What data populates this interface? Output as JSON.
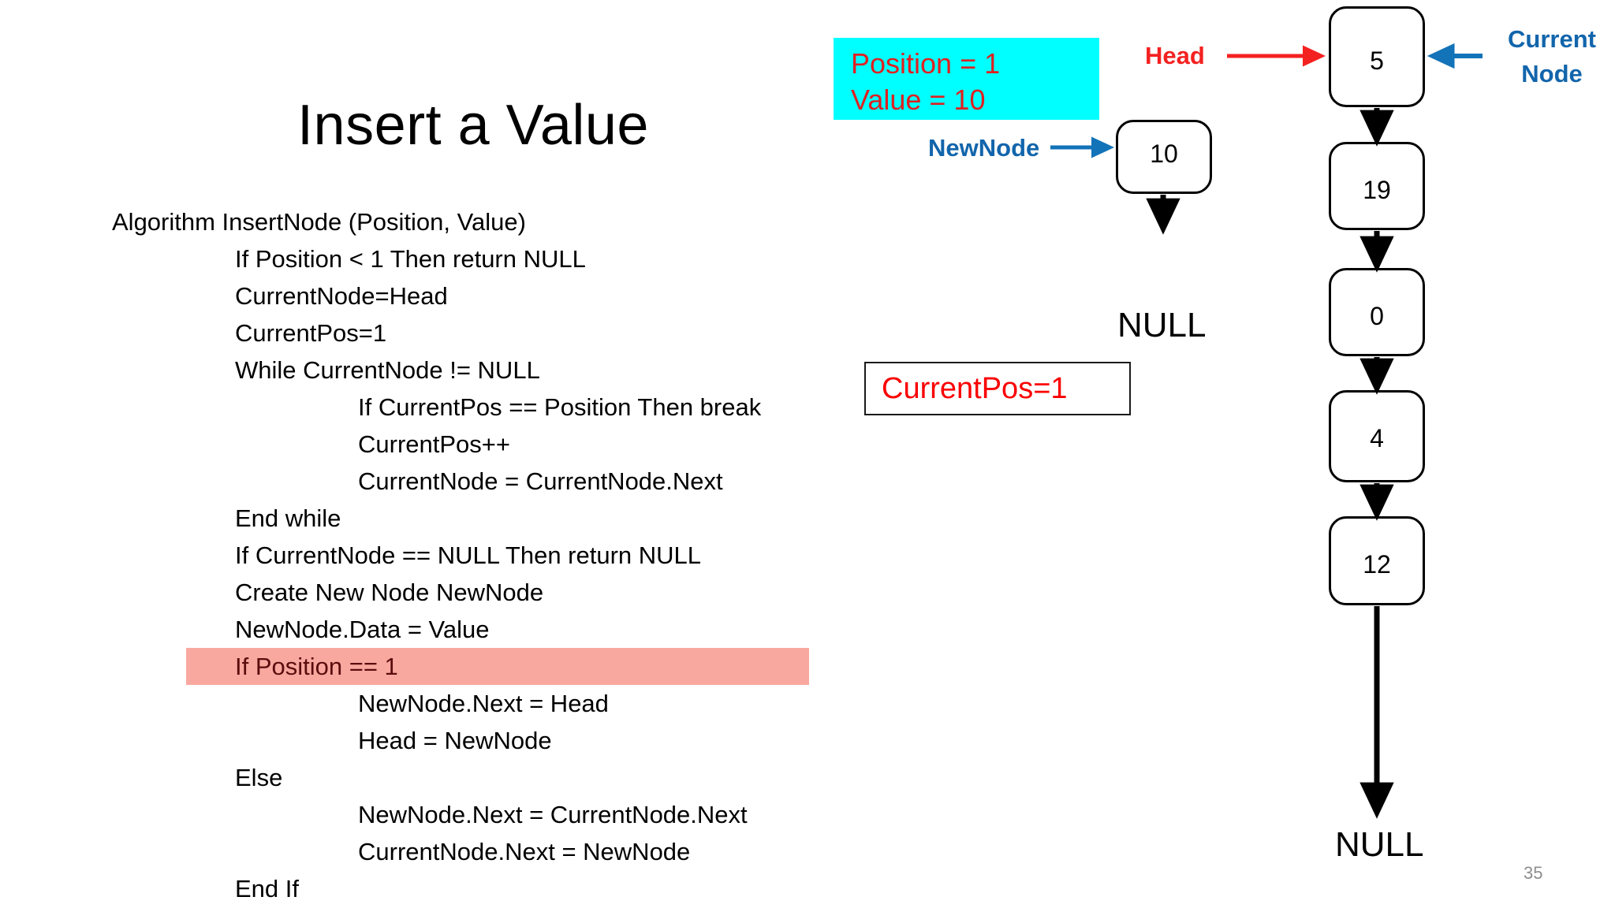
{
  "slide": {
    "title": "Insert a Value",
    "page_number": "35",
    "background_color": "#ffffff"
  },
  "algorithm": {
    "lines": [
      {
        "text": "Algorithm InsertNode (Position, Value)",
        "indent": 0,
        "highlight": false
      },
      {
        "text": "If Position < 1 Then return NULL",
        "indent": 1,
        "highlight": false
      },
      {
        "text": "CurrentNode=Head",
        "indent": 1,
        "highlight": false
      },
      {
        "text": "CurrentPos=1",
        "indent": 1,
        "highlight": false
      },
      {
        "text": "While CurrentNode != NULL",
        "indent": 1,
        "highlight": false
      },
      {
        "text": "If CurrentPos == Position Then break",
        "indent": 2,
        "highlight": false
      },
      {
        "text": "CurrentPos++",
        "indent": 2,
        "highlight": false
      },
      {
        "text": "CurrentNode = CurrentNode.Next",
        "indent": 2,
        "highlight": false
      },
      {
        "text": "End while",
        "indent": 1,
        "highlight": false
      },
      {
        "text": "If CurrentNode == NULL Then return NULL",
        "indent": 1,
        "highlight": false
      },
      {
        "text": "Create New Node NewNode",
        "indent": 1,
        "highlight": false
      },
      {
        "text": "NewNode.Data = Value",
        "indent": 1,
        "highlight": false
      },
      {
        "text": "If Position == 1",
        "indent": 1,
        "highlight": true
      },
      {
        "text": "NewNode.Next = Head",
        "indent": 2,
        "highlight": false
      },
      {
        "text": "Head = NewNode",
        "indent": 2,
        "highlight": false
      },
      {
        "text": "Else",
        "indent": 1,
        "highlight": false
      },
      {
        "text": "NewNode.Next = CurrentNode.Next",
        "indent": 2,
        "highlight": false
      },
      {
        "text": "CurrentNode.Next = NewNode",
        "indent": 2,
        "highlight": false
      },
      {
        "text": "End If",
        "indent": 1,
        "highlight": false
      }
    ],
    "highlight_color": "#f9a8a0",
    "highlight_text_color": "#5a0d0d"
  },
  "info_box": {
    "background_color": "#00ffff",
    "text_color": "#e02020",
    "line1": "Position = 1",
    "line2": "Value = 10"
  },
  "currentpos_box": {
    "text": "CurrentPos=1",
    "text_color": "#fa0000",
    "border_color": "#1a1a1a"
  },
  "labels": {
    "head": "Head",
    "head_color": "#f42121",
    "newnode": "NewNode",
    "newnode_color": "#1265ab",
    "current_node_line1": "Current",
    "current_node_line2": "Node",
    "current_node_color": "#1265ab"
  },
  "diagram": {
    "new_node": {
      "value": "10",
      "null_label": "NULL"
    },
    "chain": [
      {
        "value": "5"
      },
      {
        "value": "19"
      },
      {
        "value": "0"
      },
      {
        "value": "4"
      },
      {
        "value": "12"
      }
    ],
    "chain_null_label": "NULL"
  }
}
